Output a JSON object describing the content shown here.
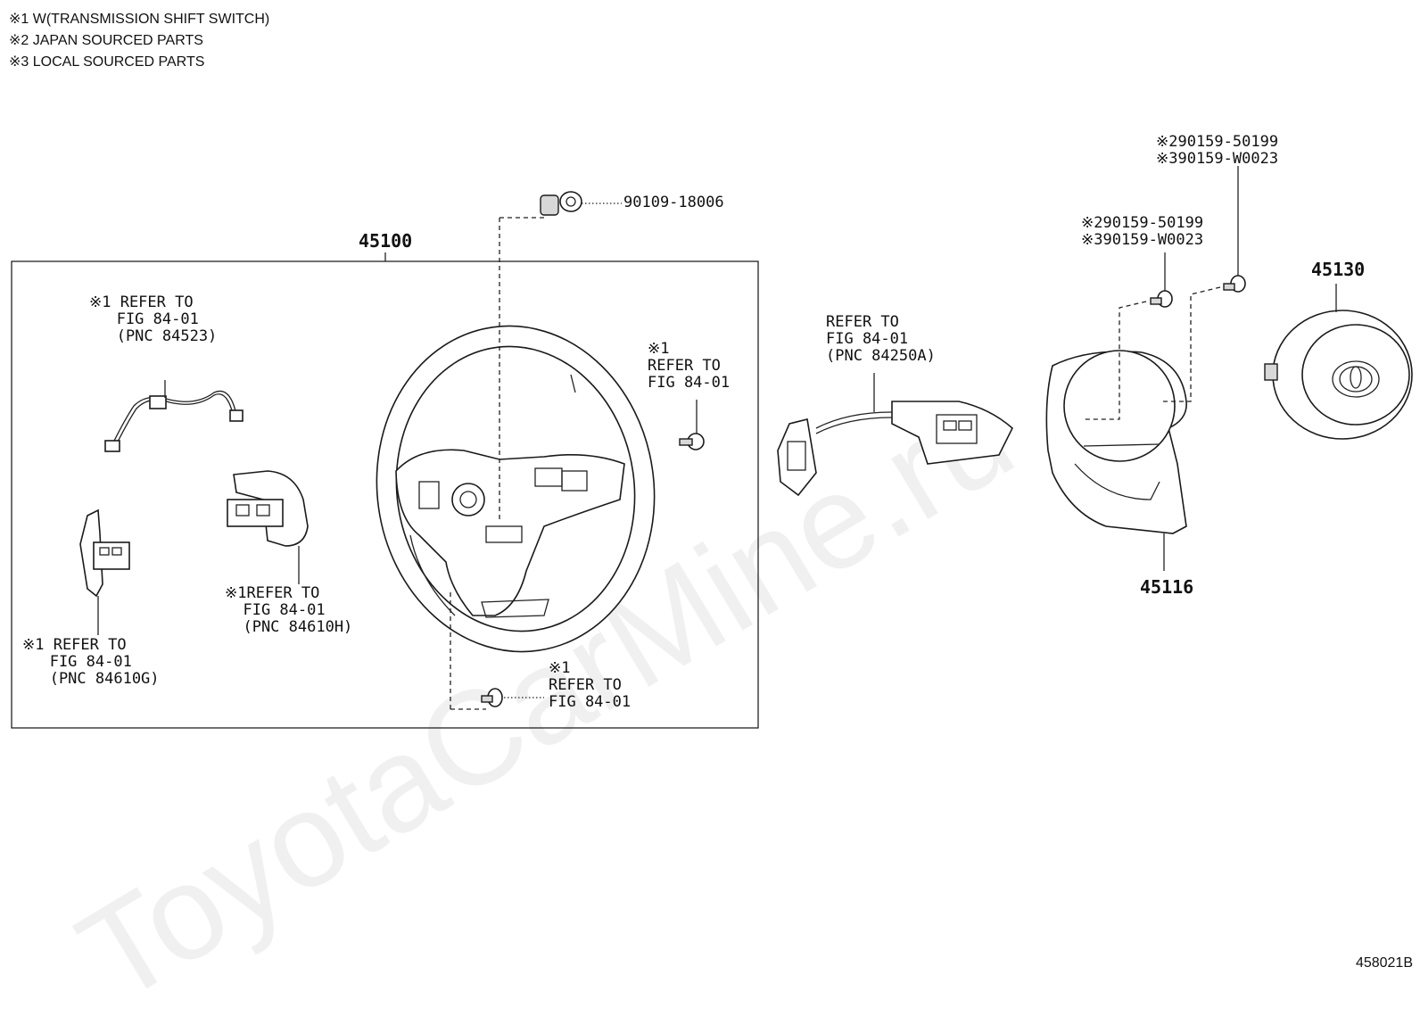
{
  "notes": [
    "※1 W(TRANSMISSION SHIFT SWITCH)",
    "※2 JAPAN SOURCED PARTS",
    "※3 LOCAL SOURCED PARTS"
  ],
  "watermark": "ToyotaCarMine.ru",
  "diagram_code": "458021B",
  "parts": {
    "p45100": "45100",
    "p45130": "45130",
    "p45116": "45116",
    "p90109": "90109-18006"
  },
  "callouts": {
    "c84523": "※1 REFER TO\n   FIG 84-01\n   (PNC 84523)",
    "c84610h": "※1REFER TO\n  FIG 84-01\n  (PNC 84610H)",
    "c84610g": "※1 REFER TO\n   FIG 84-01\n   (PNC 84610G)",
    "cscrew_right": "※1\nREFER TO\nFIG 84-01",
    "cscrew_bottom": "※1\nREFER TO\nFIG 84-01",
    "c84250a": "REFER TO\nFIG 84-01\n(PNC 84250A)",
    "cbolt_left": "※290159-50199\n※390159-W0023",
    "cbolt_right": "※290159-50199\n※390159-W0023"
  }
}
